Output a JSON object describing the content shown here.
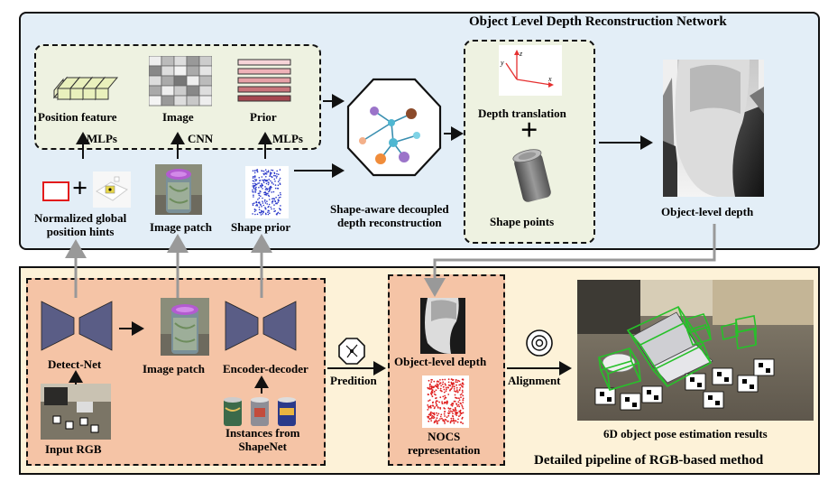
{
  "top_panel": {
    "title": "Object Level Depth Reconstruction Network",
    "features": {
      "position_feature": "Position feature",
      "image": "Image",
      "prior": "Prior"
    },
    "encoders": {
      "mlps_1": "MLPs",
      "cnn": "CNN",
      "mlps_2": "MLPs"
    },
    "inputs": {
      "position_hints": "Normalized global\nposition hints",
      "image_patch": "Image patch",
      "shape_prior": "Shape prior"
    },
    "decoupled": "Shape-aware decoupled\ndepth reconstruction",
    "depth_translation": "Depth translation",
    "plus": "+",
    "shape_points": "Shape points",
    "object_depth": "Object-level depth",
    "axes": {
      "x": "x",
      "y": "y",
      "z": "z"
    }
  },
  "bottom_panel": {
    "title": "Detailed pipeline of RGB-based method",
    "detect_net": "Detect-Net",
    "input_rgb": "Input RGB",
    "image_patch": "Image patch",
    "encoder_decoder": "Encoder-decoder",
    "instances": "Instances from\nShapeNet",
    "predition": "Predition",
    "object_depth": "Object-level depth",
    "nocs": "NOCS\nrepresentation",
    "alignment": "Alignment",
    "results": "6D object pose estimation results"
  },
  "colors": {
    "top_bg": "#e3eef7",
    "top_border": "#1a1a1a",
    "feature_box_bg": "#eef2e1",
    "bottom_bg": "#fdf2d8",
    "orange_box": "#f5c4a6",
    "arrow_gray": "#999999"
  }
}
